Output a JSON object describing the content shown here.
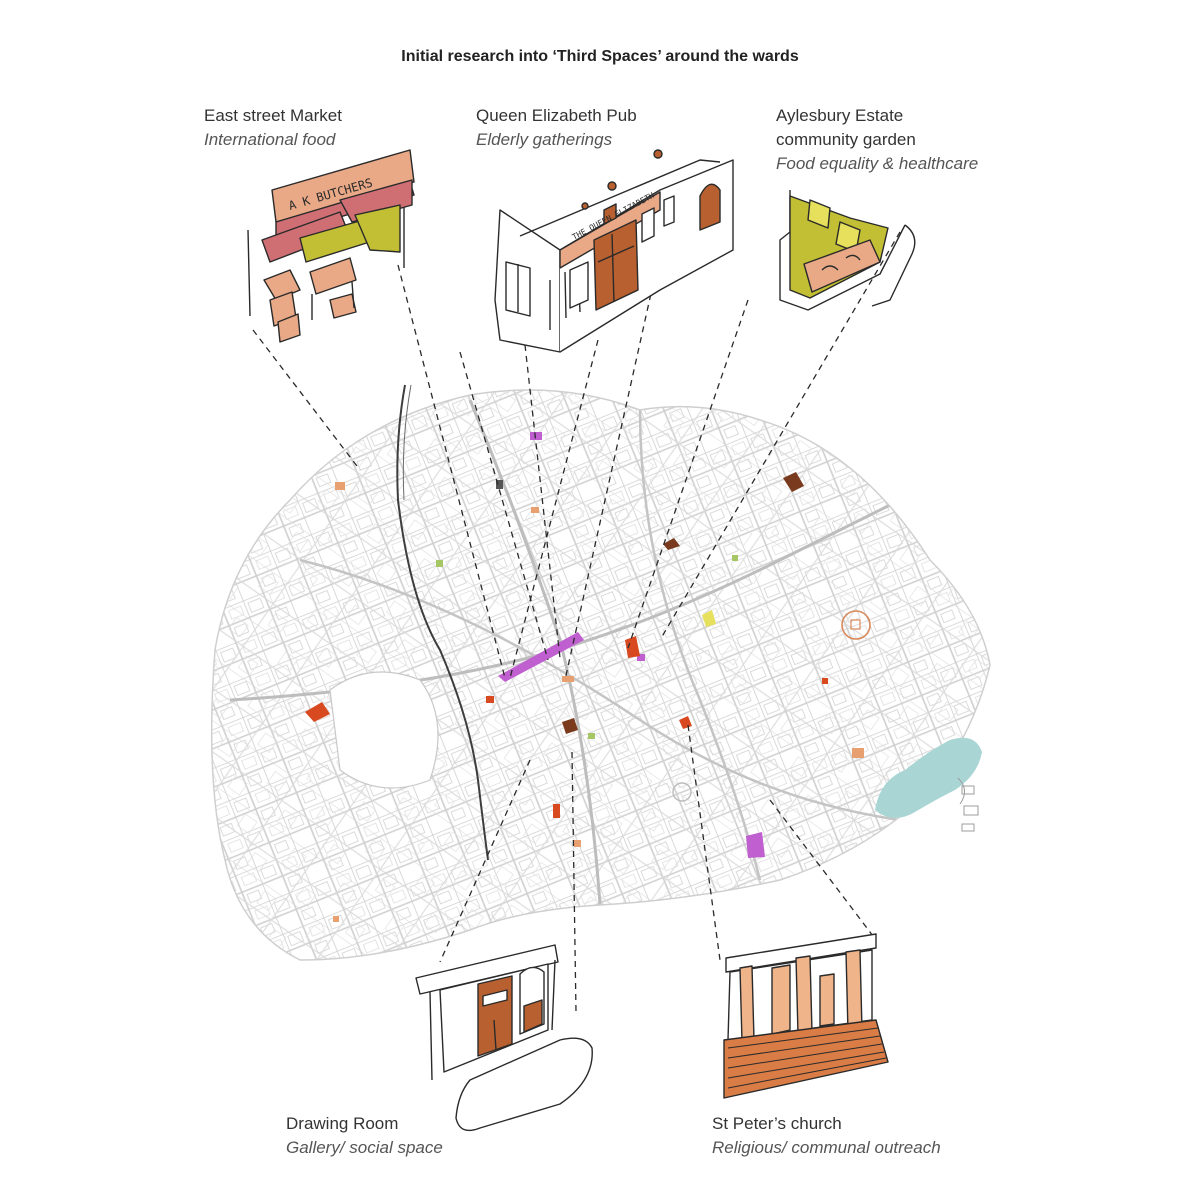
{
  "title": "Initial research into ‘Third Spaces’ around the wards",
  "places": {
    "east_street_market": {
      "name": "East street Market",
      "desc": "International food",
      "sign": "A K BUTCHERS"
    },
    "queen_elizabeth_pub": {
      "name": "Queen Elizabeth Pub",
      "desc": "Elderly gatherings",
      "sign": "THE QUEEN ELIZABETH"
    },
    "aylesbury_estate": {
      "name_line1": "Aylesbury Estate",
      "name_line2": "community garden",
      "desc": "Food equality & healthcare"
    },
    "drawing_room": {
      "name": "Drawing Room",
      "desc": "Gallery/ social space"
    },
    "st_peters_church": {
      "name": "St Peter’s church",
      "desc": "Religious/ communal outreach"
    }
  },
  "colors": {
    "ink": "#2a2a2a",
    "street": "#c9c9c9",
    "market_awning": "#cf6f74",
    "sign_fill": "#e9a987",
    "produce_olive": "#c2bf34",
    "brick_brown": "#b8602f",
    "church_orange": "#d97c45",
    "church_light": "#f0b48a",
    "pond": "#a9d6d4",
    "purple_site": "#bf5fd0",
    "dark_brown_site": "#7a3a1e",
    "red_site": "#d8491f",
    "light_orange_site": "#e8a070",
    "yellow_site": "#e6e05c",
    "green_site": "#a7c765"
  }
}
